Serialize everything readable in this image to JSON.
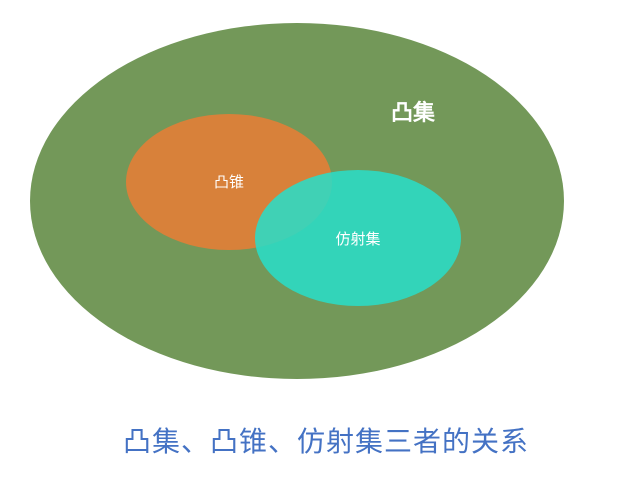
{
  "diagram": {
    "outer_label": "凸集",
    "left_label": "凸锥",
    "right_label": "仿射集",
    "colors": {
      "outer": "#739859",
      "left": "#d8813a",
      "right": "#2adcc6",
      "overlap": "#47d0b5"
    }
  },
  "caption": "凸集、凸锥、仿射集三者的关系"
}
